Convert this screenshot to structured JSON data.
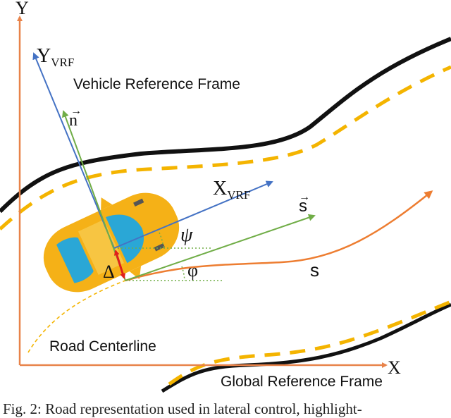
{
  "colors": {
    "global_axes": "#e8834a",
    "vrf_axes": "#4472c4",
    "s_vector": "#70ad47",
    "road_edge": "#111111",
    "lane_dash": "#f4b400",
    "car_body": "#f5b117",
    "car_glass": "#2aa7d6",
    "delta_arrow": "#e0201b",
    "trajectory": "#ed7d31"
  },
  "labels": {
    "global_y_axis": "Y",
    "global_x_axis": "X",
    "vrf_y_axis_base": "Y",
    "vrf_y_axis_sub": "VRF",
    "vrf_x_axis_base": "X",
    "vrf_x_axis_sub": "VRF",
    "vehicle_frame": "Vehicle Reference Frame",
    "normal_vector": "n",
    "tangent_vector": "s",
    "psi": "ψ",
    "phi": "φ",
    "delta": "Δ",
    "arc_length": "s",
    "road_centerline": "Road Centerline",
    "global_frame": "Global Reference Frame"
  },
  "caption": "Fig. 2: Road representation used in lateral control, highlight-"
}
